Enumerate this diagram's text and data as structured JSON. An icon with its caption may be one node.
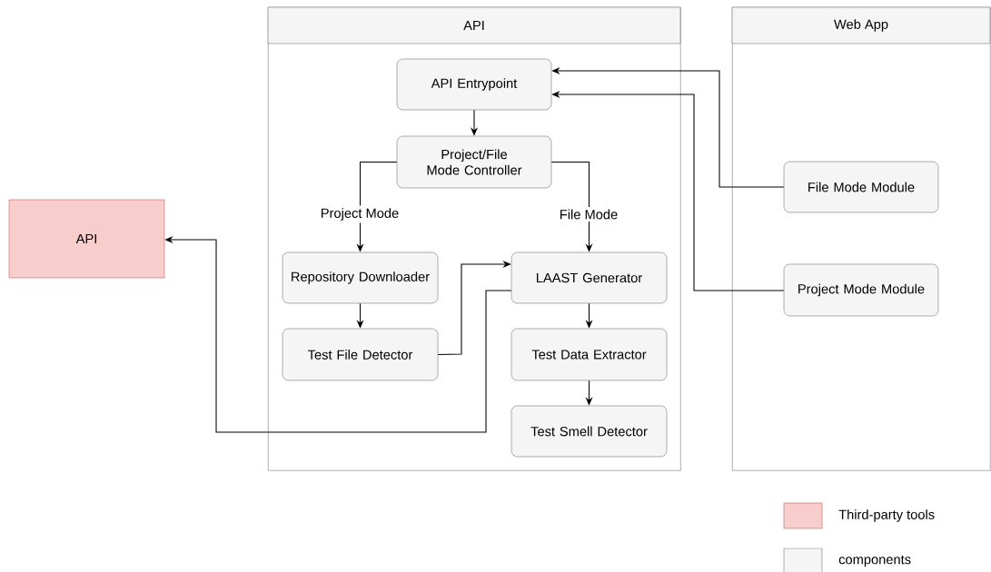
{
  "diagram": {
    "nodes": [
      {
        "text": [
          "API"
        ]
      },
      {
        "text": [
          "Web App"
        ]
      },
      {
        "text": [
          "API Entrypoint"
        ],
        "in": 0
      },
      {
        "text": [
          "Project/File Mode Controller"
        ],
        "in": 0
      },
      {
        "text": [
          "Repository Downloader"
        ],
        "in": 0
      },
      {
        "text": [
          "LAAST Generator"
        ],
        "in": 0
      },
      {
        "text": [
          "Test File Detector"
        ],
        "in": 0
      },
      {
        "text": [
          "Test Data Extractor"
        ],
        "in": 0
      },
      {
        "text": [
          "Test Smell Detector"
        ],
        "in": 0
      },
      {
        "text": [
          "File Mode Module"
        ],
        "in": 1
      },
      {
        "text": [
          "Project Mode Module"
        ],
        "in": 1
      },
      {
        "text": [
          "API"
        ]
      }
    ],
    "edges": [
      {
        "from": 2,
        "to": 3,
        "arrow": "to"
      },
      {
        "from": 3,
        "to": 4,
        "arrow": "to",
        "label": "Project Mode"
      },
      {
        "from": 3,
        "to": 5,
        "arrow": "to",
        "label": "File Mode"
      },
      {
        "from": 4,
        "to": 6,
        "arrow": "to"
      },
      {
        "from": 6,
        "to": 5,
        "arrow": "to"
      },
      {
        "from": 5,
        "to": 11,
        "arrow": "to"
      },
      {
        "from": 5,
        "to": 7,
        "arrow": "to"
      },
      {
        "from": 7,
        "to": 8,
        "arrow": "to"
      },
      {
        "from": 9,
        "to": 2,
        "arrow": "to"
      },
      {
        "from": 10,
        "to": 2,
        "arrow": "to"
      }
    ],
    "legend": [
      {
        "text": "Third-party tools",
        "color": "#f8cecc"
      },
      {
        "text": "components",
        "color": "#f5f5f5"
      }
    ]
  }
}
